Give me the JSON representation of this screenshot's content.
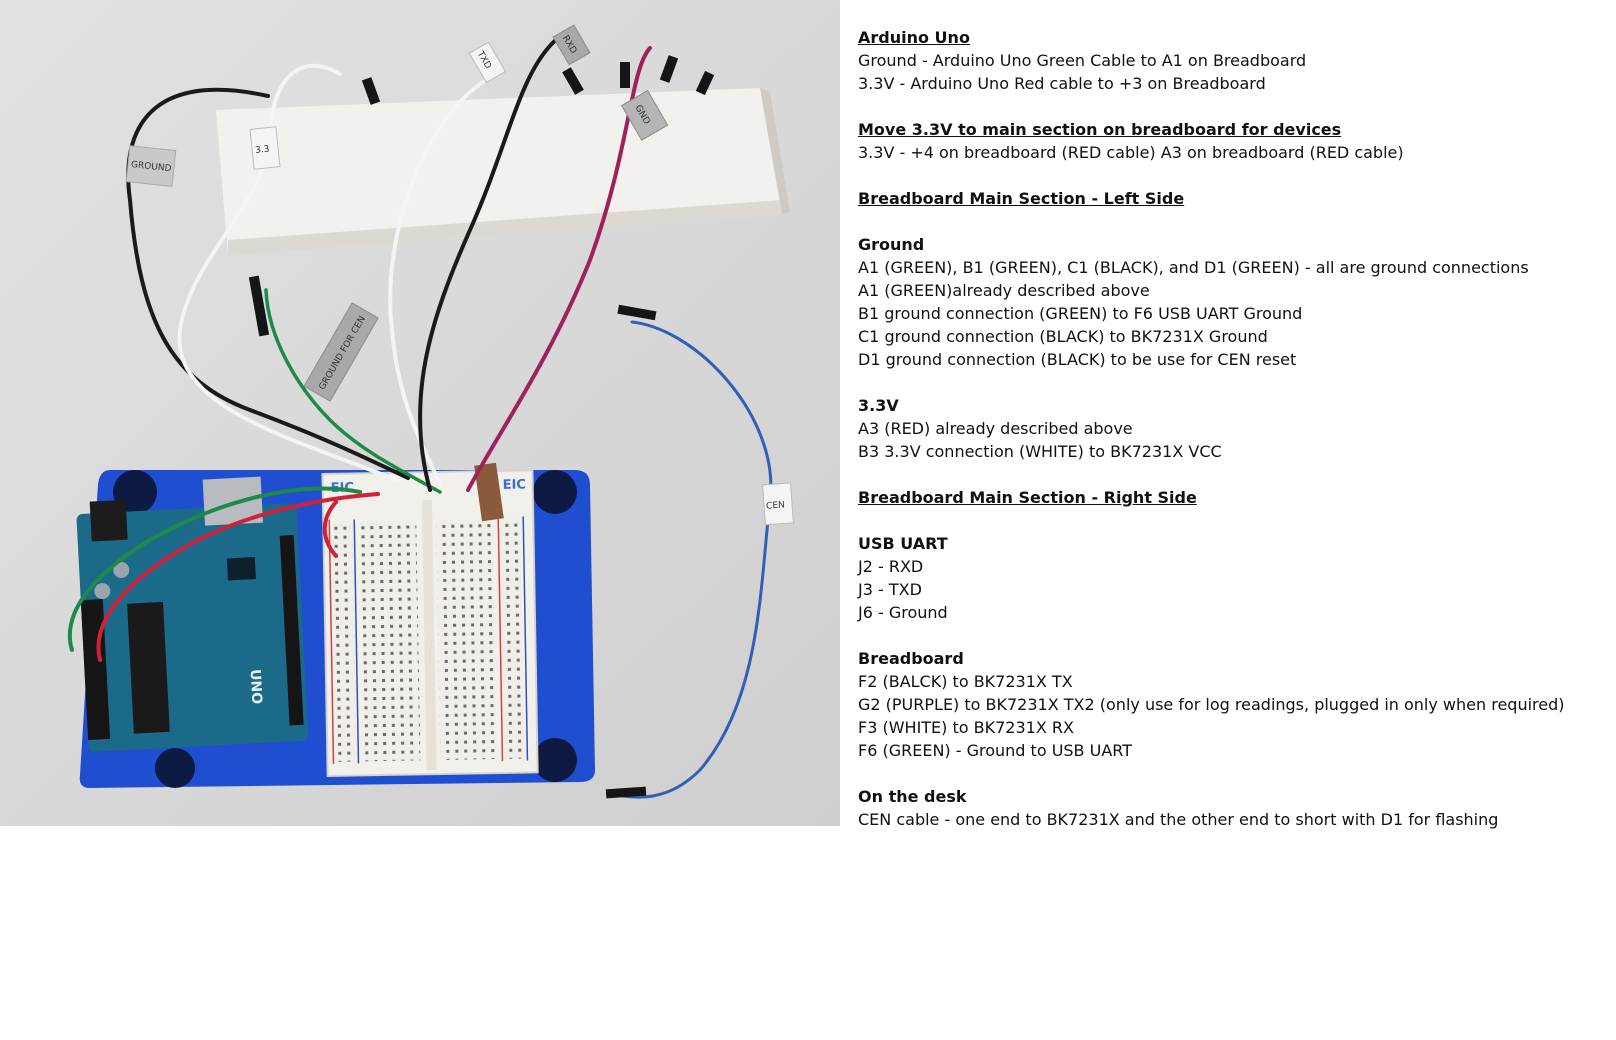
{
  "photo": {
    "labels": {
      "ground": "GROUND",
      "v33": "3.3",
      "ground_for_cen": "GROUND FOR CEN",
      "cen": "CEN",
      "txd": "TXD",
      "rxd": "RXD",
      "gnd": "GND",
      "brand_left": "EIC",
      "brand_right": "EIC",
      "board": "UNO"
    },
    "colors": {
      "desk": "#d9d9d9",
      "green_wire": "#1e8a4a",
      "red_wire": "#d0203a",
      "purple_wire": "#a0205a",
      "blue_wire": "#2f5fb8",
      "white_wire": "#f4f4f4",
      "black_wire": "#1a1a1a",
      "base_plate": "#1f4fd0",
      "arduino_board": "#1b6a8a"
    }
  },
  "notes": [
    {
      "style": "heading-u",
      "text": "Arduino Uno"
    },
    {
      "style": "normal",
      "text": "Ground - Arduino Uno Green Cable to A1 on Breadboard"
    },
    {
      "style": "normal",
      "text": "3.3V - Arduino Uno Red cable to +3 on Breadboard"
    },
    {
      "style": "gap",
      "text": ""
    },
    {
      "style": "heading-u",
      "text": "Move 3.3V to main section on breadboard for devices"
    },
    {
      "style": "normal",
      "text": "3.3V - +4 on breadboard (RED cable) A3 on breadboard (RED cable)"
    },
    {
      "style": "gap",
      "text": ""
    },
    {
      "style": "heading-u",
      "text": "Breadboard Main Section - Left Side"
    },
    {
      "style": "gap",
      "text": ""
    },
    {
      "style": "heading-b",
      "text": "Ground"
    },
    {
      "style": "normal",
      "text": "A1 (GREEN), B1 (GREEN), C1 (BLACK), and D1 (GREEN) - all are ground connections"
    },
    {
      "style": "normal",
      "text": "A1 (GREEN)already described above"
    },
    {
      "style": "normal",
      "text": "B1 ground connection (GREEN) to F6 USB UART Ground"
    },
    {
      "style": "normal",
      "text": "C1 ground connection (BLACK) to BK7231X Ground"
    },
    {
      "style": "normal",
      "text": "D1 ground connection (BLACK) to be use for CEN reset"
    },
    {
      "style": "gap",
      "text": ""
    },
    {
      "style": "heading-b",
      "text": "3.3V"
    },
    {
      "style": "normal",
      "text": "A3 (RED) already described above"
    },
    {
      "style": "normal",
      "text": "B3 3.3V connection (WHITE) to BK7231X VCC"
    },
    {
      "style": "gap",
      "text": ""
    },
    {
      "style": "heading-u",
      "text": "Breadboard Main Section - Right Side"
    },
    {
      "style": "gap",
      "text": ""
    },
    {
      "style": "heading-b",
      "text": "USB UART"
    },
    {
      "style": "normal",
      "text": "J2 - RXD"
    },
    {
      "style": "normal",
      "text": "J3 - TXD"
    },
    {
      "style": "normal",
      "text": "J6 - Ground"
    },
    {
      "style": "gap",
      "text": ""
    },
    {
      "style": "heading-b",
      "text": "Breadboard"
    },
    {
      "style": "normal",
      "text": "F2 (BALCK) to BK7231X TX"
    },
    {
      "style": "normal",
      "text": "G2 (PURPLE) to BK7231X TX2 (only use for log readings, plugged in only when required)"
    },
    {
      "style": "normal",
      "text": "F3 (WHITE) to BK7231X RX"
    },
    {
      "style": "normal",
      "text": "F6 (GREEN) - Ground to USB UART"
    },
    {
      "style": "gap",
      "text": ""
    },
    {
      "style": "heading-b",
      "text": "On the desk"
    },
    {
      "style": "normal",
      "text": "CEN cable - one end to BK7231X and the other end to short with D1 for flashing"
    }
  ]
}
